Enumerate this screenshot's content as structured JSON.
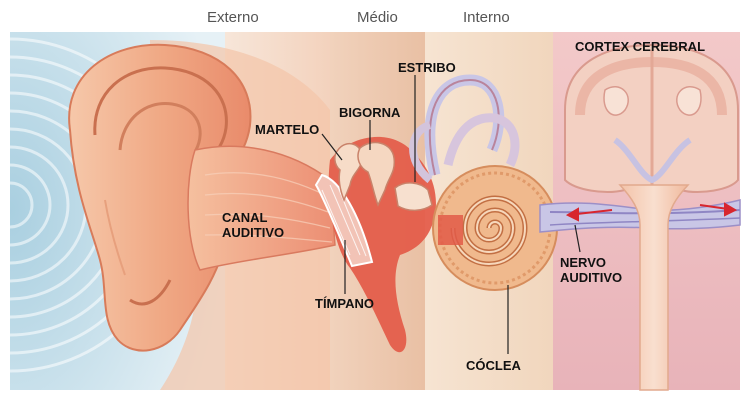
{
  "section_headers": {
    "external": "Externo",
    "middle": "Médio",
    "internal": "Interno"
  },
  "labels": {
    "cortex": "CORTEX CEREBRAL",
    "estribo": "ESTRIBO",
    "bigorna": "BIGORNA",
    "martelo": "MARTELO",
    "canal_line1": "CANAL",
    "canal_line2": "AUDITIVO",
    "nervo_line1": "NERVO",
    "nervo_line2": "AUDITIVO",
    "timpano": "TÍMPANO",
    "coclea": "CÓCLEA"
  },
  "colors": {
    "background_blue": "#cfe4ef",
    "external_band": "#f6dccb",
    "middle_band": "#efcfb5",
    "internal_band": "#f5dfc9",
    "brain_band": "#f0c2c6",
    "skin": "#f1ac86",
    "middle_ear_red": "#e45c4c",
    "cochlea": "#e9a86c",
    "nerve": "#c9c6e6"
  }
}
